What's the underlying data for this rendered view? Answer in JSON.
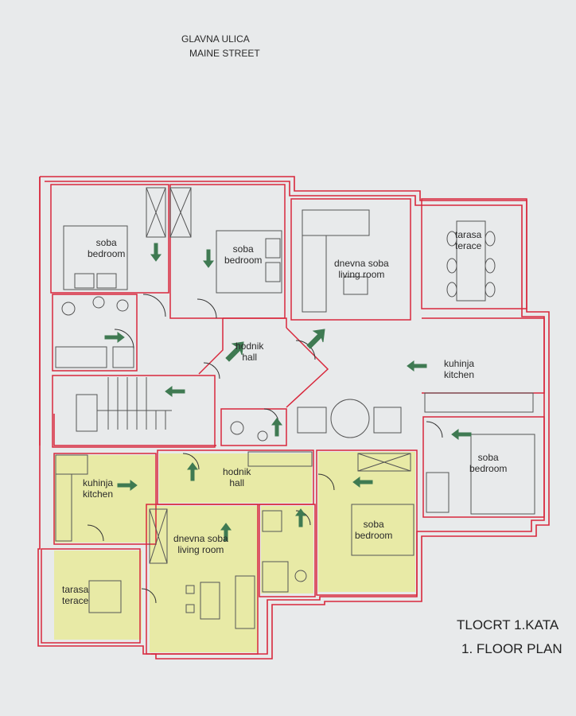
{
  "street": {
    "line1": "GLAVNA ULICA",
    "line2": "MAINE STREET"
  },
  "plan_title": {
    "line1": "TLOCRT 1.KATA",
    "line2": "1. FLOOR PLAN"
  },
  "rooms": {
    "bedroom_nw": {
      "hr": "soba",
      "en": "bedroom"
    },
    "bedroom_n": {
      "hr": "soba",
      "en": "bedroom"
    },
    "living_ne": {
      "hr": "dnevna soba",
      "en": "living room"
    },
    "terrace_ne": {
      "hr": "tarasa",
      "en": "terace"
    },
    "hall_upper": {
      "hr": "hodnik",
      "en": "hall"
    },
    "kitchen_e": {
      "hr": "kuhinja",
      "en": "kitchen"
    },
    "bedroom_e": {
      "hr": "soba",
      "en": "bedroom"
    },
    "kitchen_sw": {
      "hr": "kuhinja",
      "en": "kitchen"
    },
    "hall_lower": {
      "hr": "hodnik",
      "en": "hall"
    },
    "living_s": {
      "hr": "dnevna soba",
      "en": "living room"
    },
    "bedroom_s": {
      "hr": "soba",
      "en": "bedroom"
    },
    "terrace_sw": {
      "hr": "tarasa",
      "en": "terace"
    }
  },
  "colors": {
    "wall": "#d8283c",
    "wall_inner": "#555555",
    "highlight": "#e8eaa6",
    "arrow": "#3f7a52",
    "background": "#e8eaeb"
  }
}
